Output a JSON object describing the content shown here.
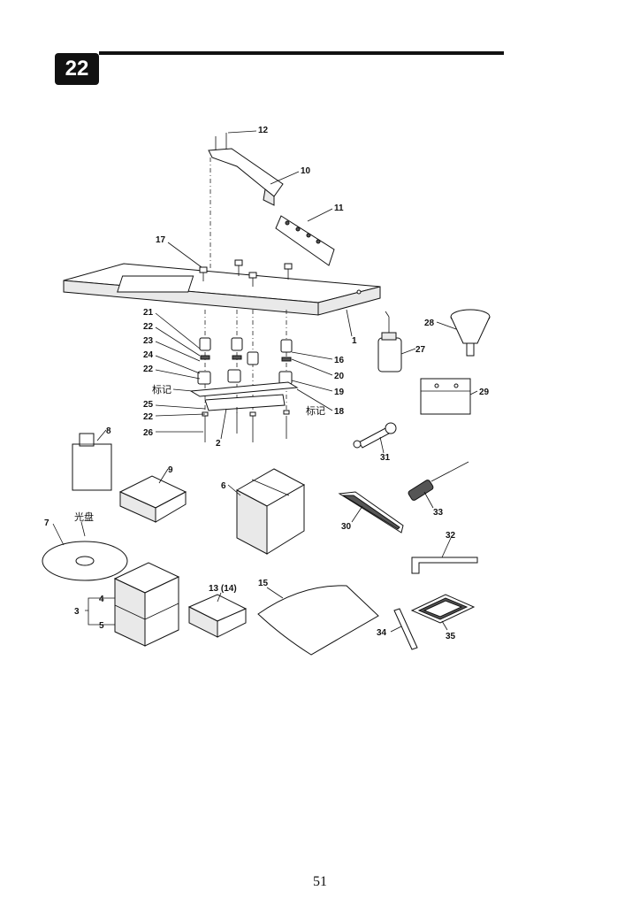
{
  "header": {
    "section_number": "22"
  },
  "page_number": "51",
  "callouts": {
    "n1": "1",
    "n2": "2",
    "n3": "3",
    "n4": "4",
    "n5": "5",
    "n6": "6",
    "n7": "7",
    "n8": "8",
    "n9": "9",
    "n10": "10",
    "n11": "11",
    "n12": "12",
    "n13_14": "13 (14)",
    "n15": "15",
    "n16": "16",
    "n17": "17",
    "n18": "18",
    "n19": "19",
    "n20": "20",
    "n21": "21",
    "n22": "22",
    "n23": "23",
    "n24": "24",
    "n25": "25",
    "n26": "26",
    "n27": "27",
    "n28": "28",
    "n29": "29",
    "n30": "30",
    "n31": "31",
    "n32": "32",
    "n33": "33",
    "n34": "34",
    "n35": "35"
  },
  "labels": {
    "mark": "标记",
    "disc": "光盘"
  }
}
